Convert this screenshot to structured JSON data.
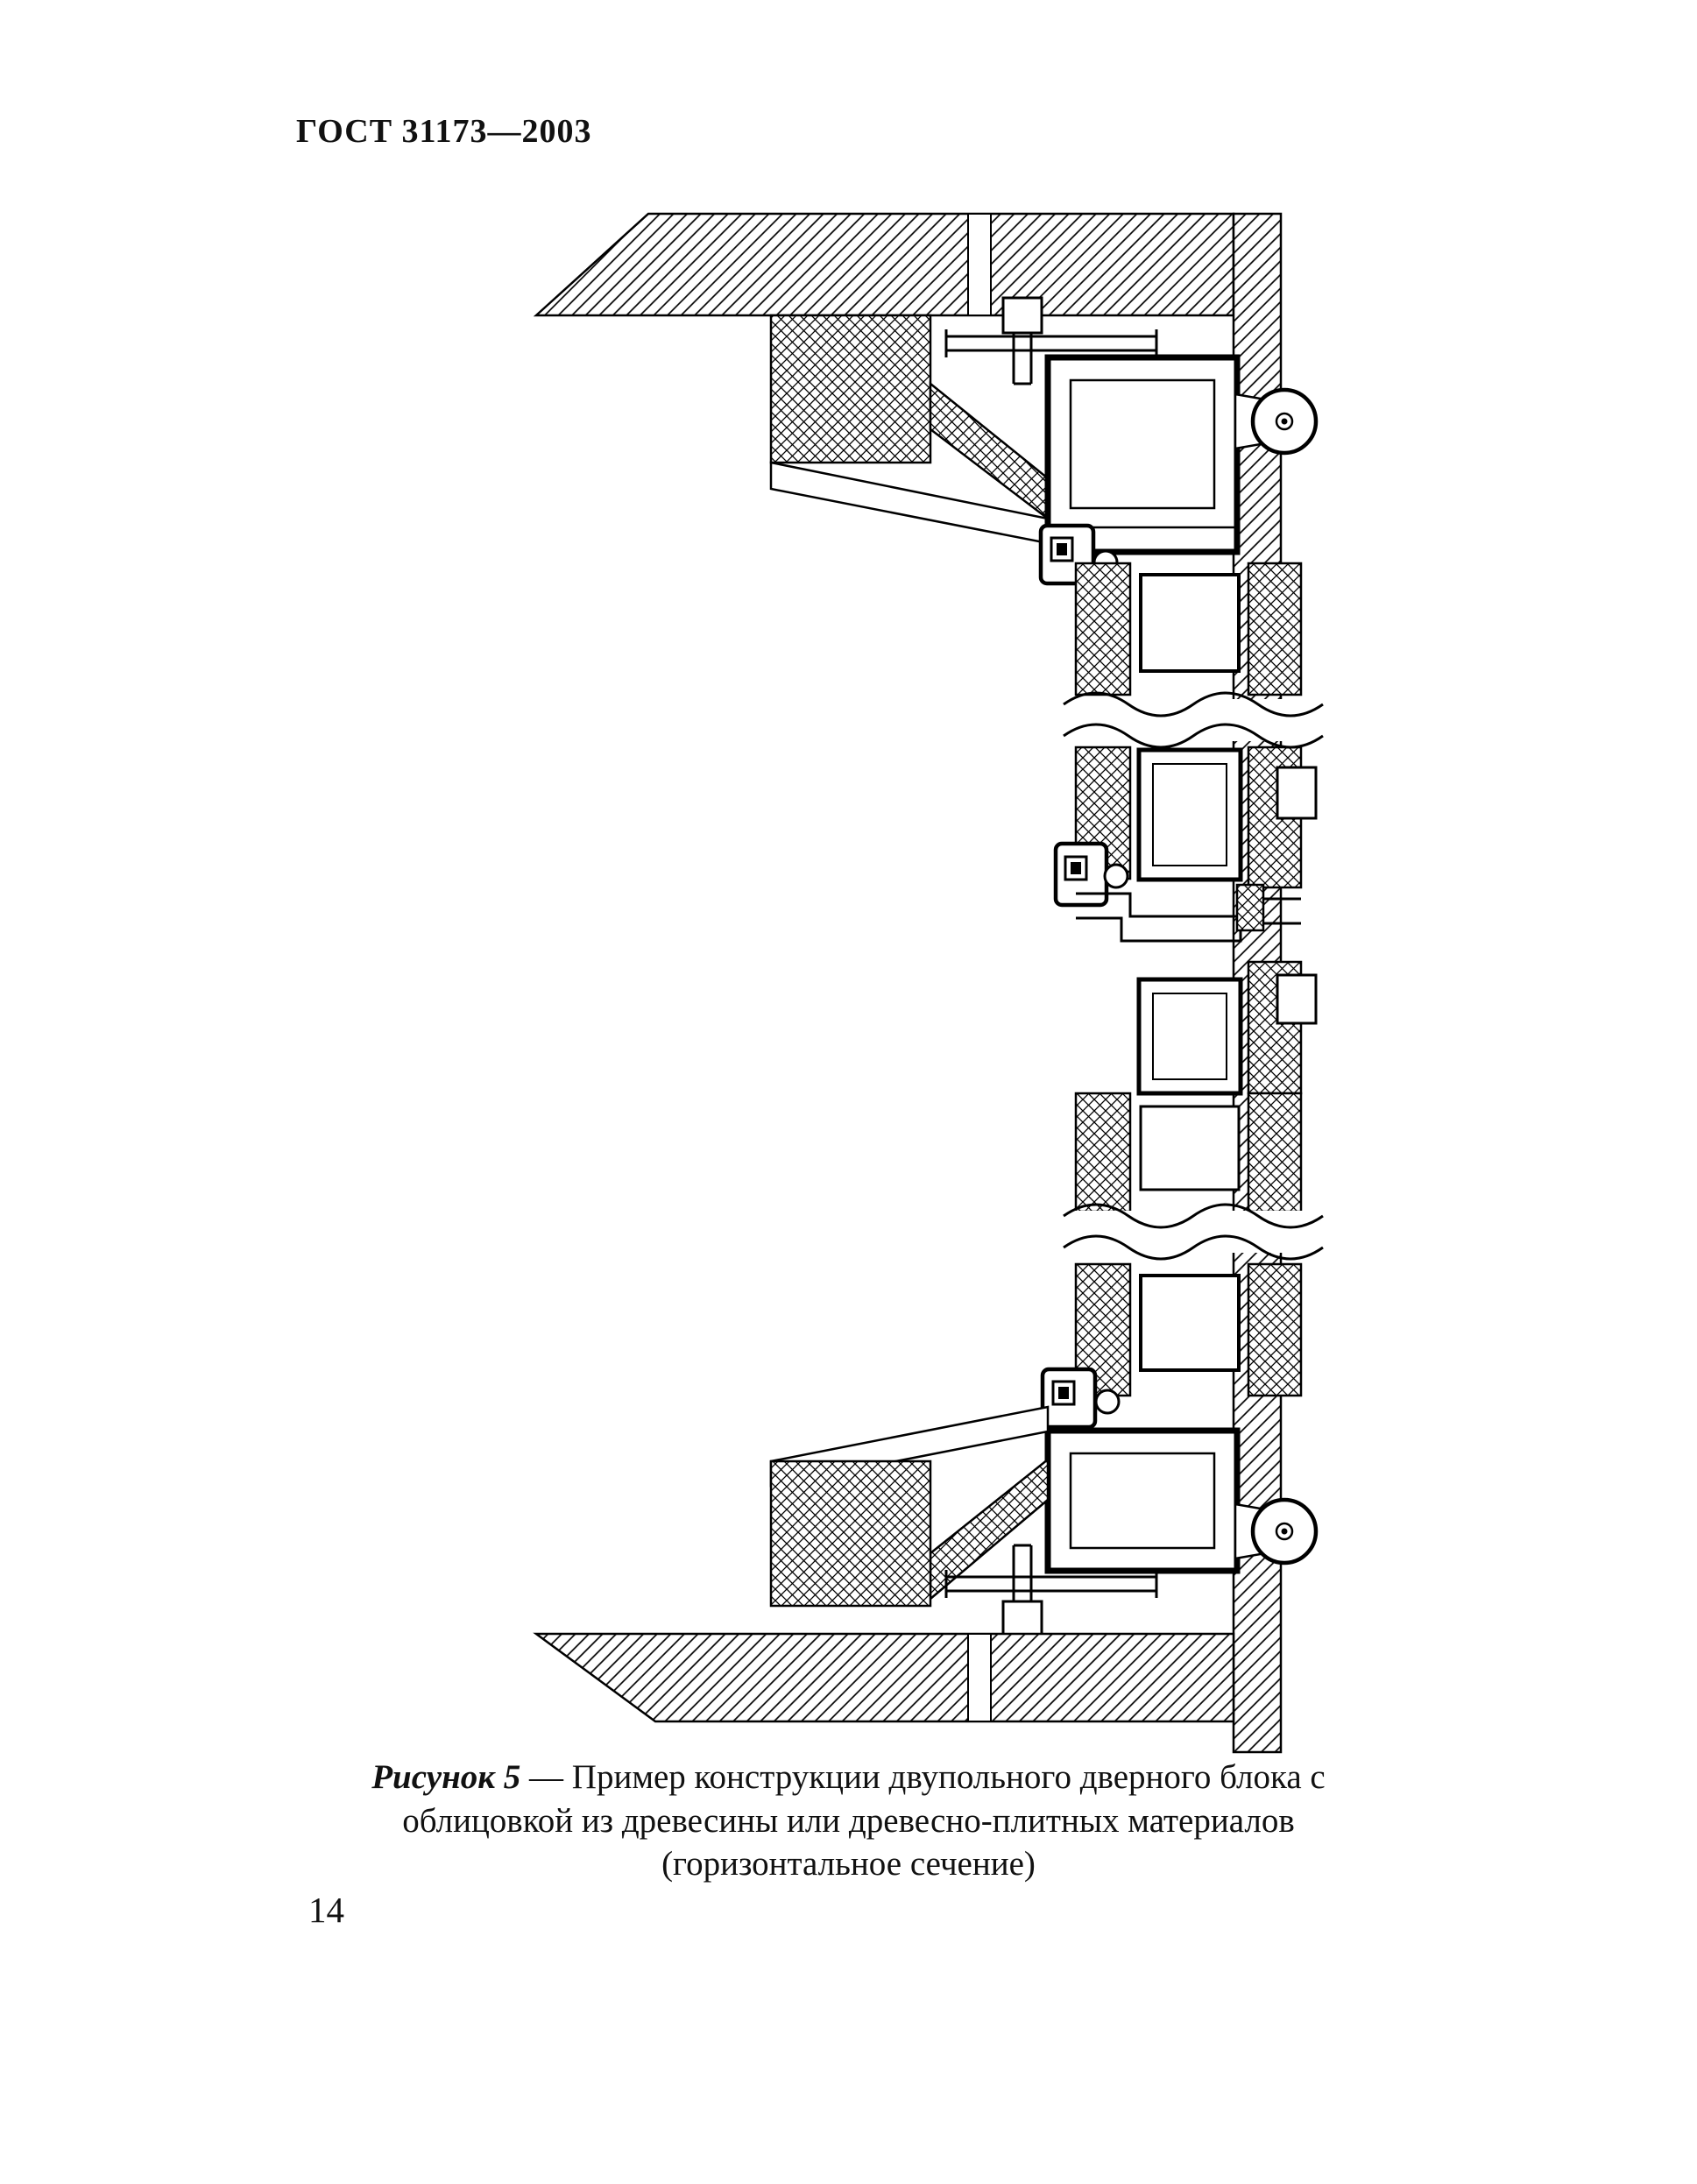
{
  "page": {
    "header": "ГОСТ 31173—2003",
    "page_number": "14"
  },
  "figure": {
    "label": "Рисунок 5",
    "caption": "— Пример конструкции двупольного дверного блока с облицовкой из древесины или древесно-плитных материалов (горизонтальное сечение)"
  },
  "colors": {
    "ink": "#000000",
    "paper": "#ffffff"
  }
}
